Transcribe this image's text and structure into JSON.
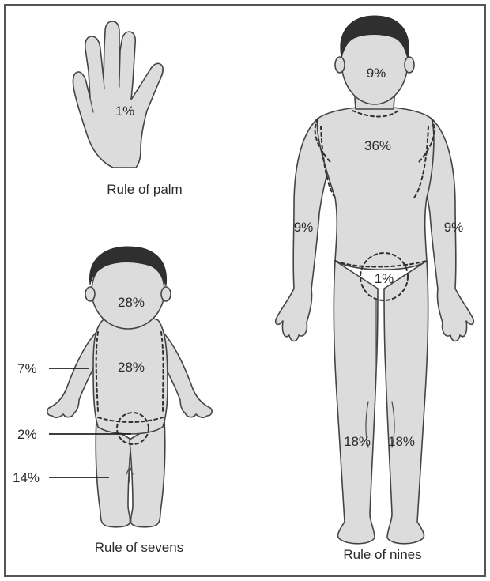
{
  "hand": {
    "percent": "1%",
    "caption": "Rule of palm"
  },
  "child": {
    "caption": "Rule of sevens",
    "head_percent": "28%",
    "trunk_percent": "28%",
    "arm_callout": "7%",
    "genital_callout": "2%",
    "leg_callout": "14%"
  },
  "adult": {
    "caption": "Rule of nines",
    "head_percent": "9%",
    "trunk_percent": "36%",
    "left_arm_percent": "9%",
    "right_arm_percent": "9%",
    "genital_percent": "1%",
    "left_leg_percent": "18%",
    "right_leg_percent": "18%"
  },
  "colors": {
    "skin": "#dcdcdc",
    "hair": "#2f2f2f",
    "outline": "#444444",
    "frame": "#555555"
  }
}
